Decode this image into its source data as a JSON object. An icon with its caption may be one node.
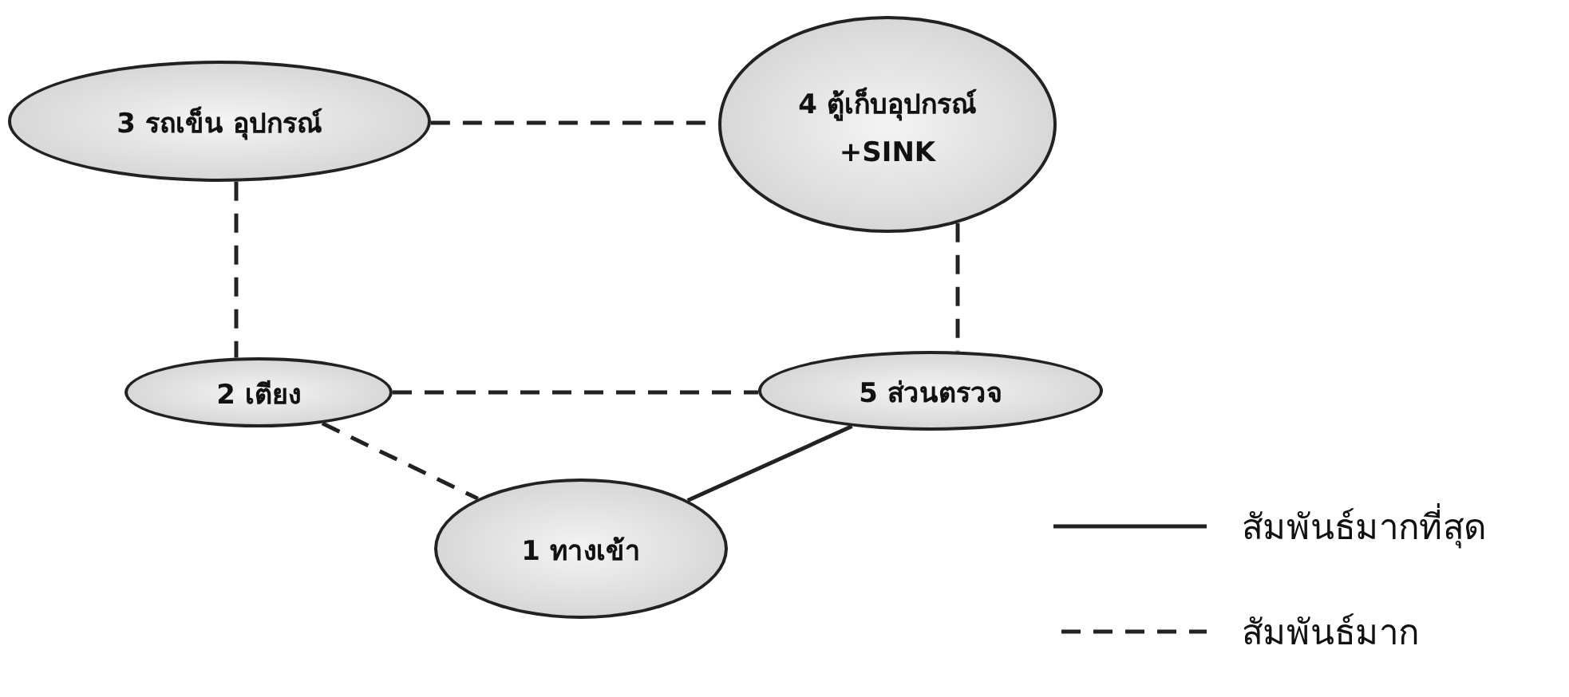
{
  "diagram": {
    "nodes": [
      {
        "text": [
          "3 รถเข็น อุปกรณ์"
        ]
      },
      {
        "text": [
          "4 ตู้เก็บอุปกรณ์",
          "+SINK"
        ]
      },
      {
        "text": [
          "2 เตียง"
        ]
      },
      {
        "text": [
          "5 ส่วนตรวจ"
        ]
      },
      {
        "text": [
          "1 ทางเข้า"
        ]
      }
    ],
    "edges": [
      {
        "from": 0,
        "to": 1,
        "arrow": "none",
        "style": "dashed"
      },
      {
        "from": 0,
        "to": 2,
        "arrow": "none",
        "style": "dashed"
      },
      {
        "from": 1,
        "to": 3,
        "arrow": "none",
        "style": "dashed"
      },
      {
        "from": 2,
        "to": 3,
        "arrow": "none",
        "style": "dashed"
      },
      {
        "from": 2,
        "to": 4,
        "arrow": "none",
        "style": "dashed"
      },
      {
        "from": 4,
        "to": 3,
        "arrow": "none"
      }
    ],
    "legend": [
      {
        "text": "สัมพันธ์มากที่สุด"
      },
      {
        "text": "สัมพันธ์มาก"
      }
    ]
  }
}
